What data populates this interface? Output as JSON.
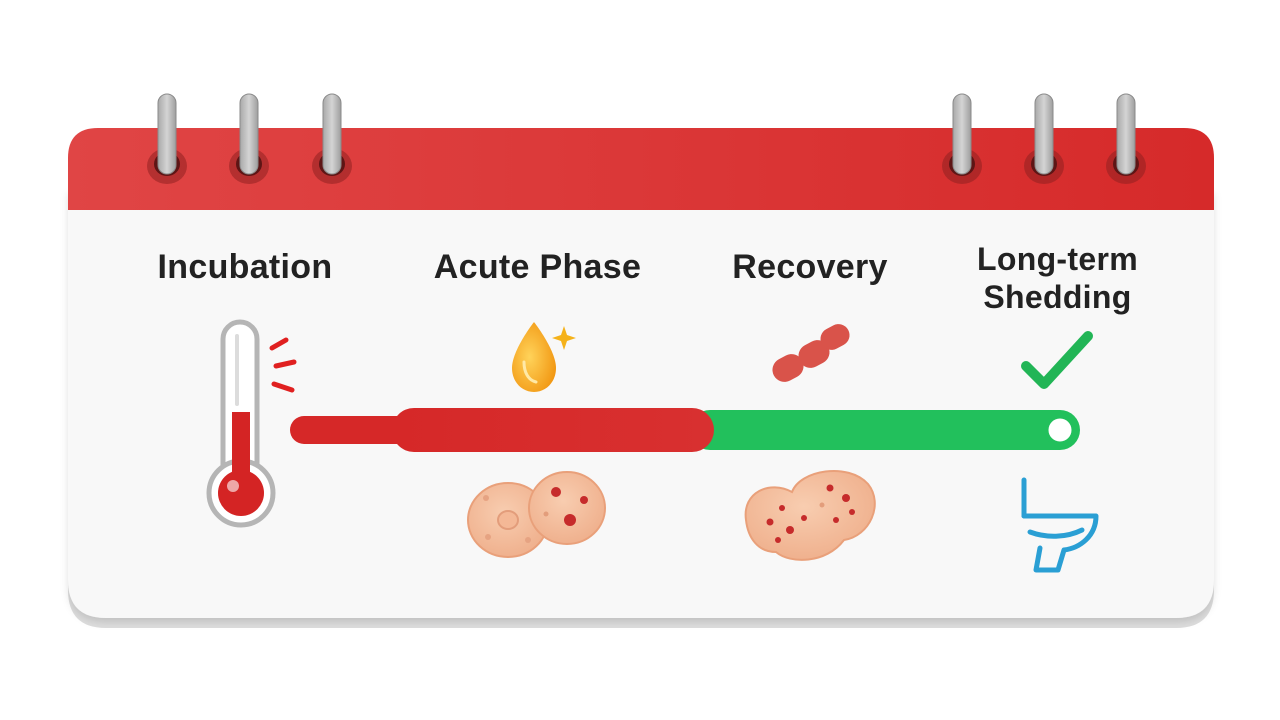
{
  "calendar": {
    "header_color": "#e23a3a",
    "body_color": "#f7f7f7",
    "ring_color": "#b9b9b9"
  },
  "phases": [
    {
      "label": "Incubation",
      "icon": "thermometer-icon"
    },
    {
      "label": "Acute Phase",
      "icon": "fluid-drop-icon"
    },
    {
      "label": "Recovery",
      "icon": "bandage-icon"
    },
    {
      "label": "Long-term Shedding",
      "icon": "checkmark-icon"
    }
  ],
  "timeline": {
    "red_segment_color": "#d92b2b",
    "green_segment_color": "#22c05c",
    "end_marker_icon": "circle-marker-icon"
  },
  "lower_icons": [
    {
      "phase": "Acute Phase",
      "icon": "rash-skin-icon"
    },
    {
      "phase": "Recovery",
      "icon": "healing-skin-icon"
    },
    {
      "phase": "Long-term Shedding",
      "icon": "toilet-icon"
    }
  ]
}
